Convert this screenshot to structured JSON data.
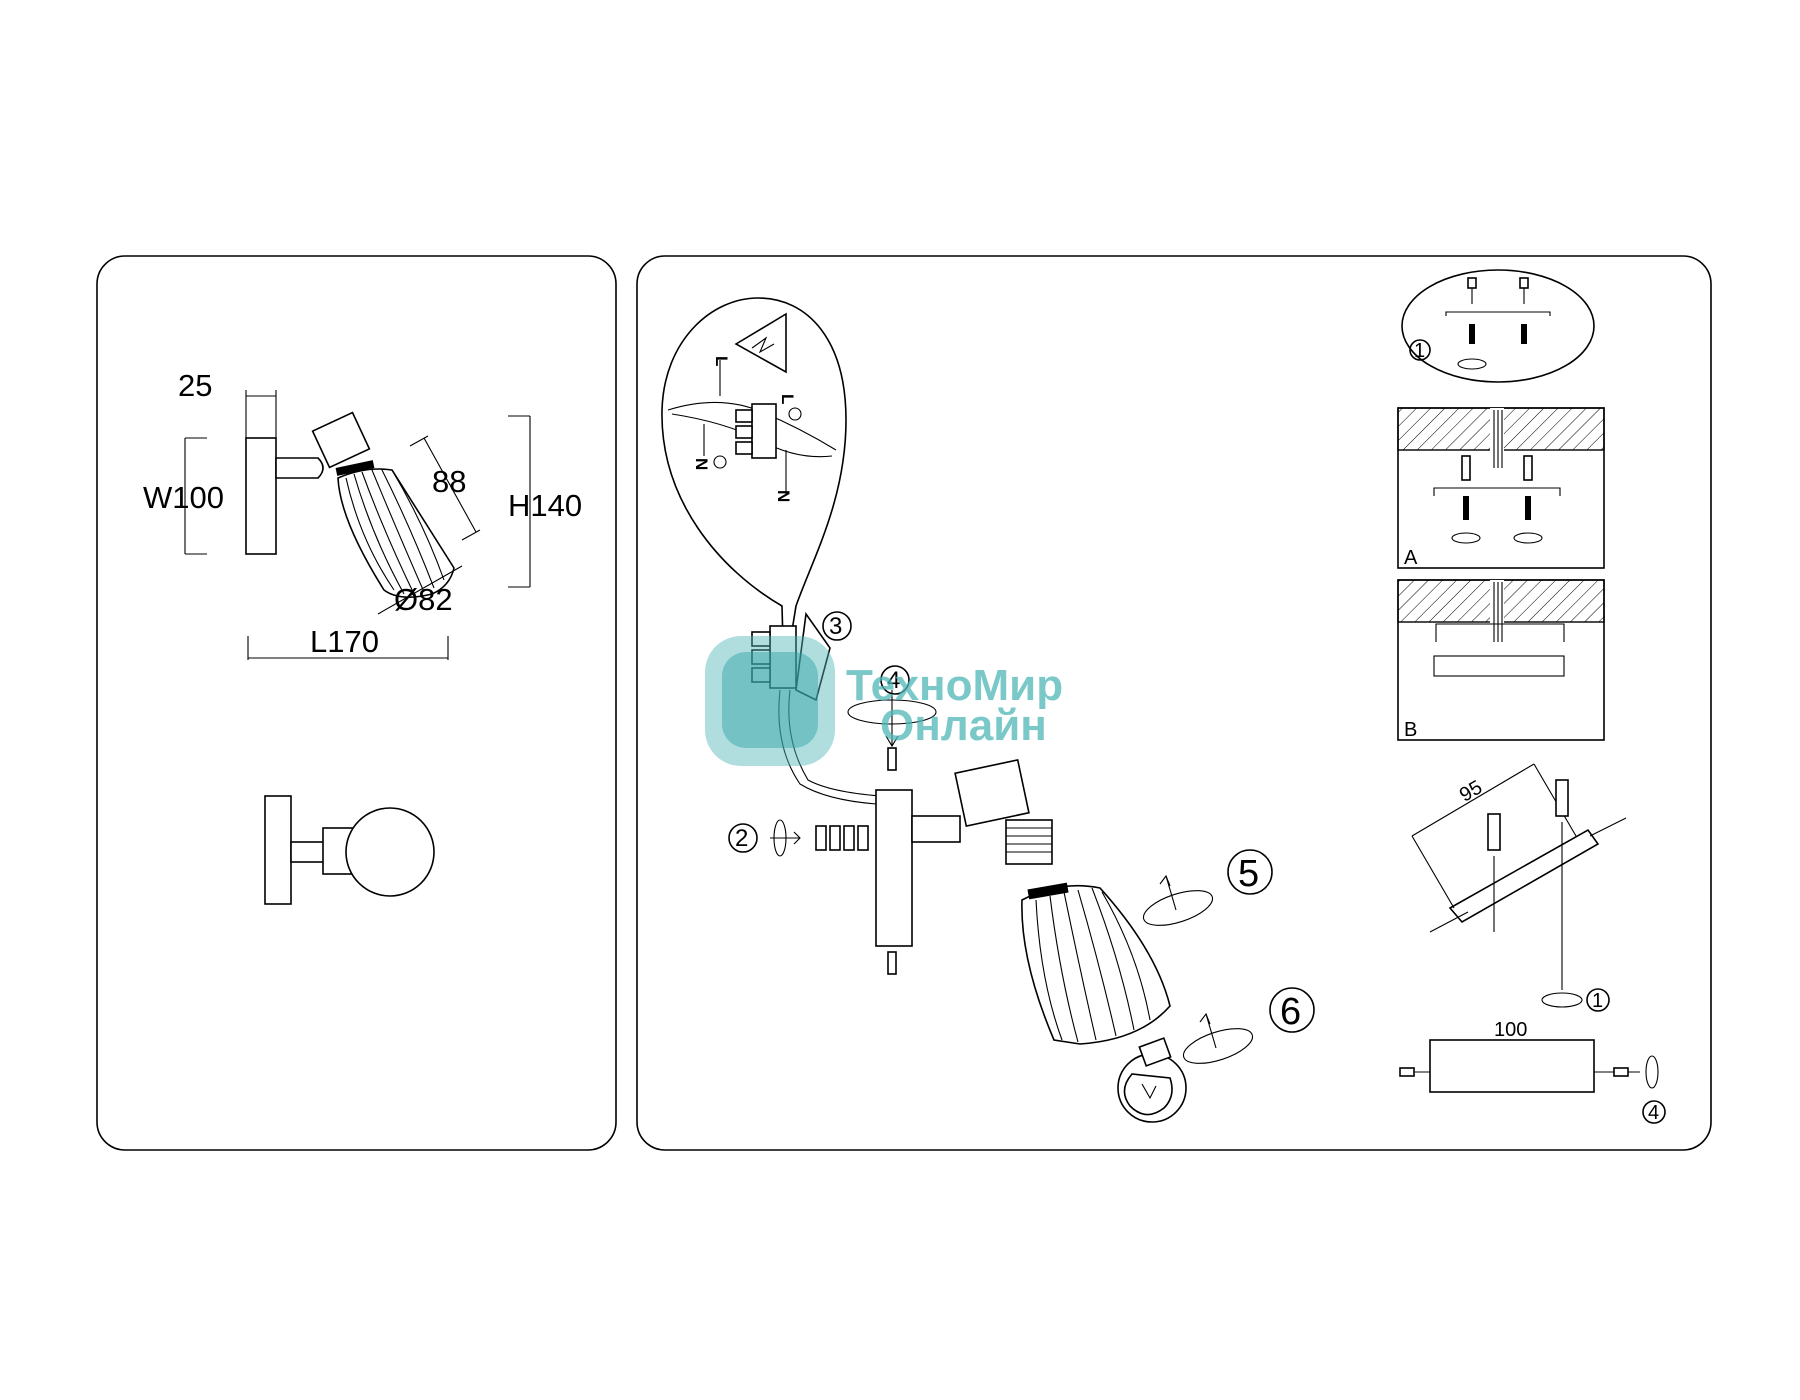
{
  "dimensions": {
    "depth": "25",
    "width": "W100",
    "shade_length": "88",
    "height": "H140",
    "diameter": "Ø82",
    "length": "L170"
  },
  "steps": {
    "s1": "1",
    "s2": "2",
    "s3": "3",
    "s4": "4",
    "s5": "5",
    "s6": "6"
  },
  "wiring": {
    "live": "L",
    "neutral": "N"
  },
  "mounting": {
    "panel_a": "A",
    "panel_b": "B",
    "bracket_width": "95",
    "plate_width": "100"
  },
  "watermark": {
    "line1": "ТехноМир",
    "line2": "Онлайн"
  },
  "colors": {
    "stroke": "#000000",
    "watermark": "#4fb6b8"
  }
}
